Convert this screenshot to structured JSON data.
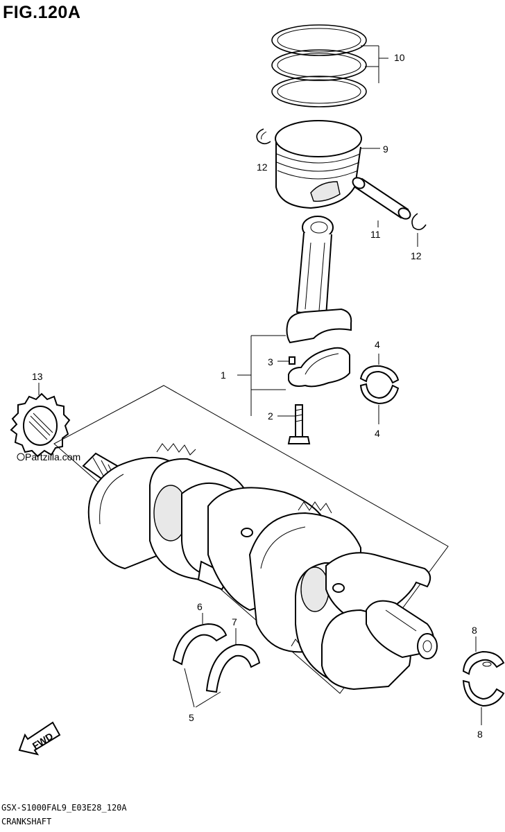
{
  "figure": {
    "title": "FIG.120A",
    "code": "GSX-S1000FAL9_E03E28_120A",
    "name": "CRANKSHAFT"
  },
  "watermark": "Partzilla.com",
  "fwd_label": "FWD",
  "callouts": {
    "c1": "1",
    "c2": "2",
    "c3": "3",
    "c4a": "4",
    "c4b": "4",
    "c5": "5",
    "c6": "6",
    "c7": "7",
    "c8a": "8",
    "c8b": "8",
    "c9": "9",
    "c10": "10",
    "c11": "11",
    "c12a": "12",
    "c12b": "12",
    "c13": "13"
  },
  "icons": [
    "piston-ring-icon",
    "piston-icon",
    "piston-pin-icon",
    "circlip-icon",
    "connecting-rod-icon",
    "rod-bolt-icon",
    "bearing-shell-icon",
    "crankshaft-icon",
    "thrust-bearing-icon",
    "sprocket-icon",
    "fwd-arrow-icon"
  ]
}
